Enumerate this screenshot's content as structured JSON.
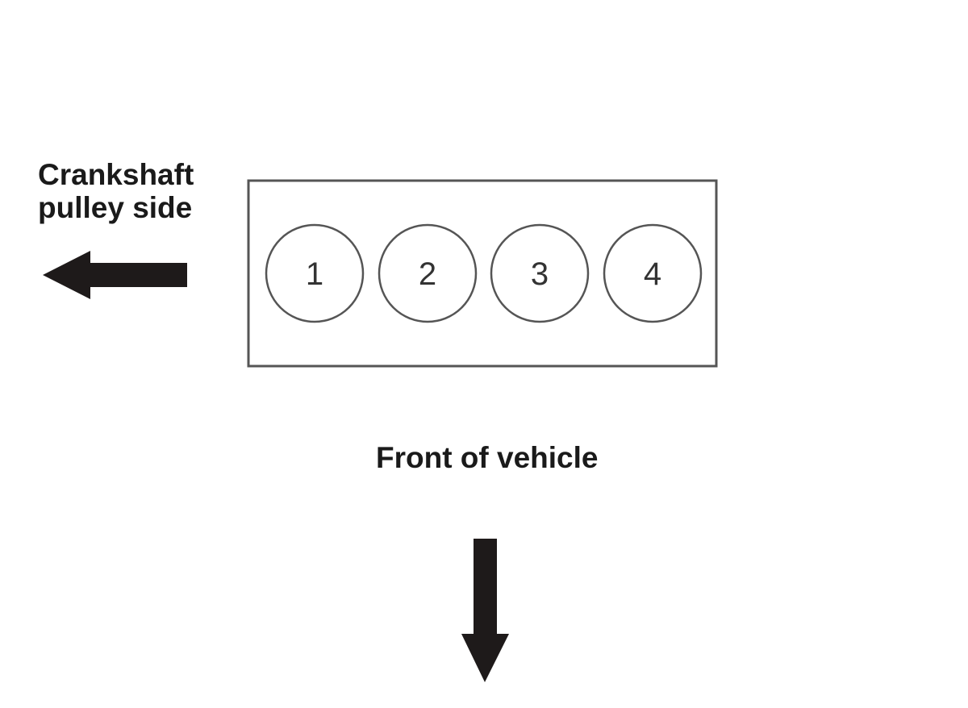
{
  "diagram": {
    "crankshaft_label": [
      "Crankshaft",
      "pulley side"
    ],
    "front_label": "Front of vehicle",
    "cylinders": [
      "1",
      "2",
      "3",
      "4"
    ],
    "arrow_left_icon": "arrow-left-icon",
    "arrow_down_icon": "arrow-down-icon",
    "colors": {
      "outline": "#555555",
      "arrow": "#1e1a1a",
      "text": "#1a1a1a"
    }
  }
}
